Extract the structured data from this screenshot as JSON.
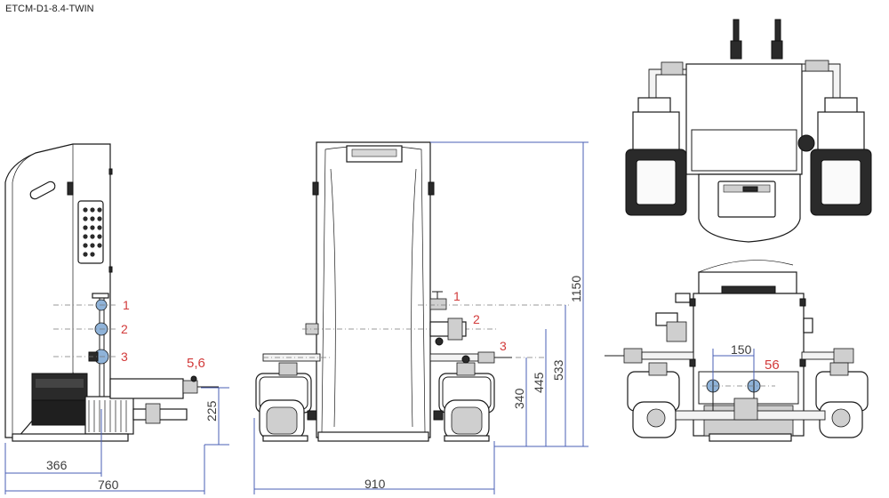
{
  "drawing": {
    "model": "ETCM-D1-8.4-TWIN"
  },
  "side_view": {
    "callouts": [
      "1",
      "2",
      "3",
      "5,6"
    ],
    "dims": {
      "height_225": "225",
      "width_366": "366",
      "width_760": "760"
    }
  },
  "front_view": {
    "callouts": [
      "1",
      "2",
      "3"
    ],
    "dims": {
      "h_1150": "1150",
      "h_533": "533",
      "h_445": "445",
      "h_340": "340",
      "w_910": "910"
    }
  },
  "rear_view": {
    "callout": "56",
    "dims": {
      "w_150": "150"
    }
  },
  "colors": {
    "dimension": "#4a5fb5",
    "callout": "#d23a3a",
    "ink": "#1a1a1a"
  }
}
